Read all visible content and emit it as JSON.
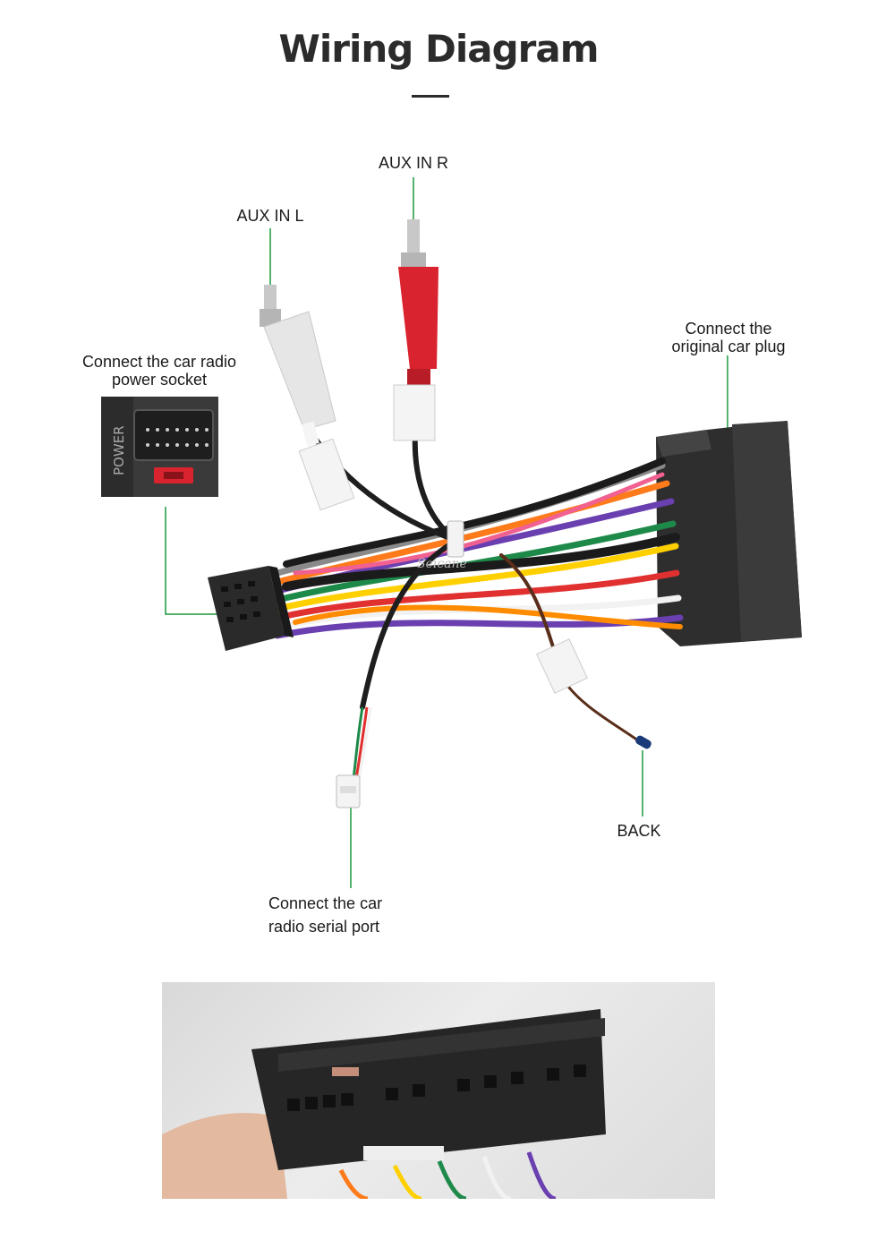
{
  "header": {
    "title": "Wiring Diagram"
  },
  "labels": {
    "aux_in_r": "AUX IN R",
    "aux_in_l": "AUX IN L",
    "original_plug_line1": "Connect the",
    "original_plug_line2": "original car plug",
    "power_socket_line1": "Connect the car radio",
    "power_socket_line2": "power socket",
    "back": "BACK",
    "serial_port_line1": "Connect the car",
    "serial_port_line2": "radio  serial port"
  },
  "imprints": {
    "power": "POWER",
    "brand": "Seicane"
  },
  "colors": {
    "title": "#2b2b2b",
    "leader_line": "#1a9a3c",
    "rca_red": "#d9232e",
    "rca_white": "#e6e6e6",
    "connector_black": "#2a2a2a"
  }
}
